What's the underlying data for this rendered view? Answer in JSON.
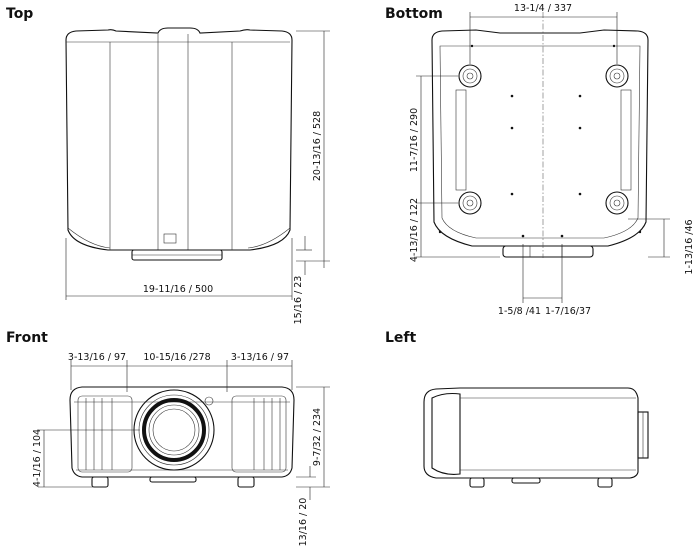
{
  "views": {
    "top": {
      "title": "Top",
      "dims": {
        "depth": "20-13/16 / 528",
        "width": "19-11/16 / 500",
        "foot_height": "15/16 / 23"
      }
    },
    "bottom": {
      "title": "Bottom",
      "dims": {
        "feet_spacing_x": "13-1/4 / 337",
        "feet_spacing_y": "11-7/16 / 290",
        "front_foot_offset": "4-13/16 / 122",
        "right_offset": "1-13/16 /46",
        "center_left": "1-5/8 /41",
        "center_right": "1-7/16/37"
      }
    },
    "front": {
      "title": "Front",
      "dims": {
        "left_section": "3-13/16 / 97",
        "lens_section": "10-15/16 /278",
        "right_section": "3-13/16 / 97",
        "height": "9-7/32 / 234",
        "lens_center_height": "4-1/16 / 104",
        "foot_height": "13/16 / 20"
      }
    },
    "left": {
      "title": "Left"
    }
  },
  "colors": {
    "line": "#111111",
    "background": "#ffffff"
  }
}
